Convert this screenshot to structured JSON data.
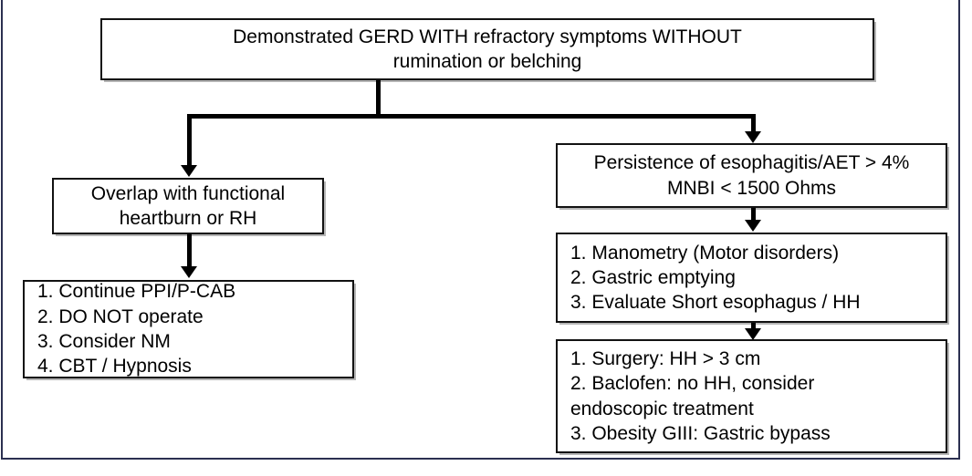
{
  "figure": {
    "type": "clinical-decision-flowchart",
    "border_color": "#2b3050",
    "box_border_color": "#121212",
    "text_color": "#000000",
    "background": "#ffffff"
  },
  "nodes": {
    "root": {
      "id": "demonstrated-gerd",
      "lines": [
        "Demonstrated GERD WITH refractory symptoms WITHOUT",
        "rumination or belching"
      ]
    },
    "left_branch": {
      "overlap": {
        "id": "overlap-functional",
        "lines": [
          "Overlap with functional",
          "heartburn or RH"
        ]
      },
      "management": {
        "id": "functional-management",
        "lines": [
          "1. Continue PPI/P-CAB",
          "2. DO NOT operate",
          "3. Consider NM",
          "4. CBT / Hypnosis"
        ]
      }
    },
    "right_branch": {
      "persistence": {
        "id": "persistence-esophagitis",
        "lines": [
          "Persistence of esophagitis/AET > 4%",
          "MNBI < 1500 Ohms"
        ]
      },
      "workup": {
        "id": "additional-workup",
        "lines": [
          "1. Manometry (Motor disorders)",
          "2. Gastric emptying",
          "3. Evaluate Short esophagus / HH"
        ]
      },
      "treatment": {
        "id": "treatment-options",
        "lines": [
          "1. Surgery: HH > 3 cm",
          "2. Baclofen: no HH, consider",
          "endoscopic treatment",
          "3. Obesity GIII: Gastric bypass"
        ]
      }
    }
  },
  "connectors": [
    {
      "id": "root-to-split",
      "from": "demonstrated-gerd",
      "to": "split-bar",
      "style": "vertical-line"
    },
    {
      "id": "split-bar",
      "from": "split-bar",
      "to": "both-branches",
      "style": "horizontal-bar"
    },
    {
      "id": "split-to-overlap",
      "from": "split-bar",
      "to": "overlap-functional",
      "style": "elbow-arrow-left"
    },
    {
      "id": "split-to-persistence",
      "from": "split-bar",
      "to": "persistence-esophagitis",
      "style": "elbow-arrow-right"
    },
    {
      "id": "overlap-to-management",
      "from": "overlap-functional",
      "to": "functional-management",
      "style": "arrow-down"
    },
    {
      "id": "persistence-to-workup",
      "from": "persistence-esophagitis",
      "to": "additional-workup",
      "style": "arrow-down"
    },
    {
      "id": "workup-to-treatment",
      "from": "additional-workup",
      "to": "treatment-options",
      "style": "arrow-down"
    }
  ]
}
